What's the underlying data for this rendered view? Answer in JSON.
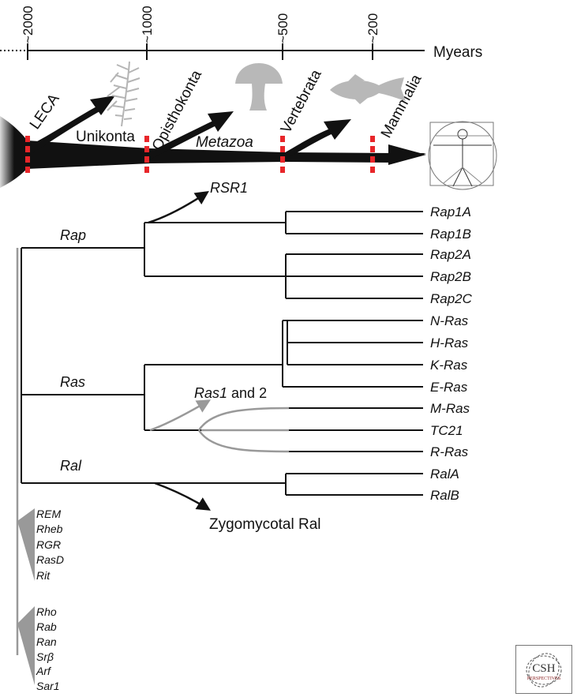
{
  "timeline": {
    "ticks": [
      "~2000",
      "~1000",
      "~500",
      "~200"
    ],
    "unit": "Myears"
  },
  "species_tree": {
    "root_label": "LECA",
    "branches": {
      "unikonta": "Unikonta",
      "opisthokonta": "Opisthokonta",
      "metazoa": "Metazoa",
      "vertebrata": "Vertebrata",
      "mammalia": "Mammalia"
    },
    "icons": [
      "fern-plant-icon",
      "mushroom-icon",
      "fish-icon",
      "vitruvian-man-icon"
    ],
    "colors": {
      "marker": "#e8262a",
      "branch": "#111111",
      "icon_gray": "#b8b8b8"
    }
  },
  "gene_tree": {
    "clades": {
      "rap": "Rap",
      "ras": "Ras",
      "ral": "Ral"
    },
    "side_branches": {
      "rsr1": "RSR1",
      "ras12_italic": "Ras1",
      "ras12_plain": " and 2",
      "zygomycota": "Zygomycotal Ral"
    },
    "leaves": {
      "rap1a": "Rap1A",
      "rap1b": "Rap1B",
      "rap2a": "Rap2A",
      "rap2b": "Rap2B",
      "rap2c": "Rap2C",
      "nras": "N-Ras",
      "hras": "H-Ras",
      "kras": "K-Ras",
      "eras": "E-Ras",
      "mras": "M-Ras",
      "tc21": "TC21",
      "rras": "R-Ras",
      "rala": "RalA",
      "ralb": "RalB"
    },
    "families_group1": [
      "REM",
      "Rheb",
      "RGR",
      "RasD",
      "Rit"
    ],
    "families_group2": [
      "Rho",
      "Rab",
      "Ran",
      "Srβ",
      "Arf",
      "Sar1"
    ],
    "colors": {
      "lost_lineage": "#999999",
      "families": "#999999"
    }
  },
  "publisher_logo": {
    "main": "CSH",
    "sub": "PERSPECTIVES",
    "colors": {
      "text": "#333333",
      "sub": "#8a1c1c"
    }
  }
}
